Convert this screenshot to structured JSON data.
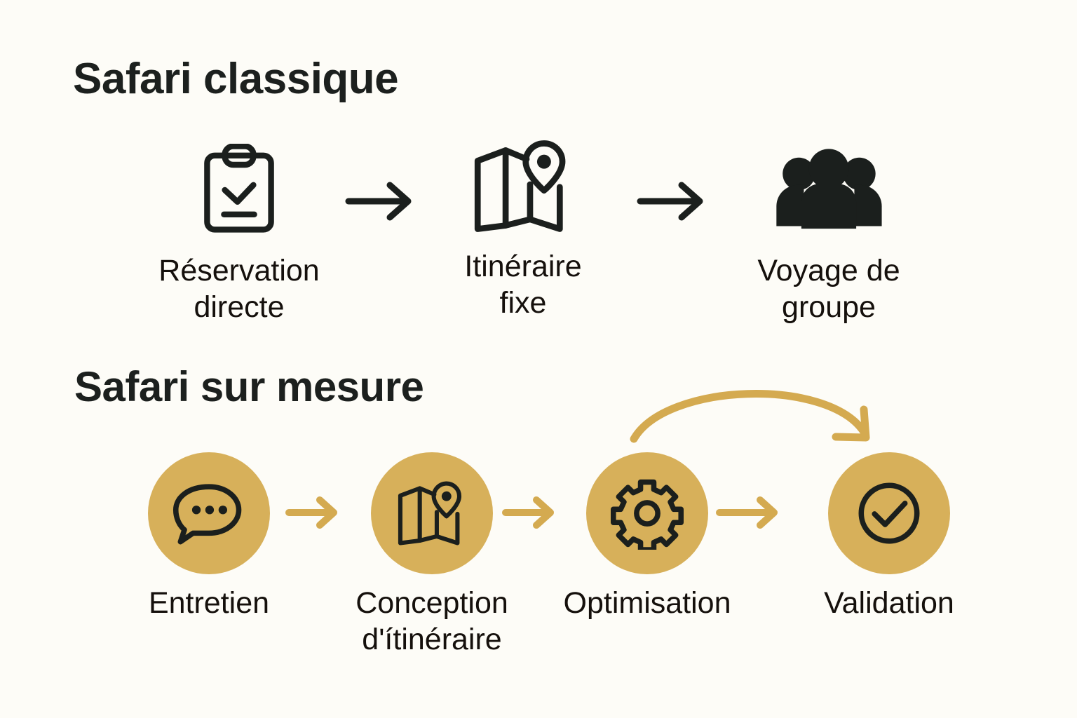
{
  "theme": {
    "background": "#fdfcf7",
    "ink": "#1b1f1d",
    "gold": "#d7b05a",
    "gold_arrow": "#d4aa50"
  },
  "sections": [
    {
      "id": "classique",
      "title": "Safari classique",
      "style": "outline-dark",
      "steps": [
        {
          "icon": "clipboard-check-icon",
          "label": "Réservation\ndirecte"
        },
        {
          "icon": "map-pin-icon",
          "label": "Itinéraire fixe"
        },
        {
          "icon": "group-people-icon",
          "label": "Voyage de groupe"
        }
      ],
      "connectors": [
        {
          "type": "arrow-right-icon",
          "color": "#1b1f1d"
        },
        {
          "type": "arrow-right-icon",
          "color": "#1b1f1d"
        }
      ]
    },
    {
      "id": "sur-mesure",
      "title": "Safari sur mesure",
      "style": "gold-circle",
      "steps": [
        {
          "icon": "chat-bubble-dots-icon",
          "label": "Entretien"
        },
        {
          "icon": "map-pin-icon",
          "label": "Conception\nd'ítinéraire"
        },
        {
          "icon": "gear-icon",
          "label": "Optimisation"
        },
        {
          "icon": "check-circle-icon",
          "label": "Validation"
        }
      ],
      "connectors": [
        {
          "type": "arrow-right-icon",
          "color": "#d4aa50"
        },
        {
          "type": "arrow-right-icon",
          "color": "#d4aa50"
        },
        {
          "type": "arrow-right-icon",
          "color": "#d4aa50"
        }
      ],
      "loop_arrow": {
        "type": "curved-arrow-icon",
        "color": "#d4aa50",
        "from": "Optimisation",
        "to": "Validation"
      }
    }
  ]
}
